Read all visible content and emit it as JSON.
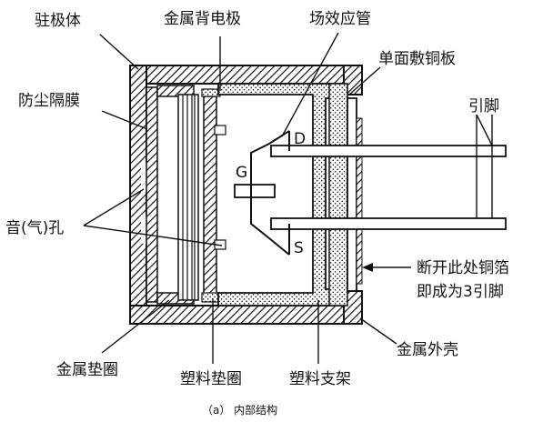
{
  "labels": {
    "electret": "驻极体",
    "metal_back_plate": "金属背电极",
    "fet": "场效应管",
    "single_side_copper_board": "单面敷铜板",
    "dust_membrane": "防尘隔膜",
    "pins": "引脚",
    "sound_hole": "音(气)孔",
    "cut_here_line1": "断开此处铜箔",
    "cut_here_line2": "即成为3引脚",
    "metal_washer": "金属垫圈",
    "plastic_washer": "塑料垫圈",
    "plastic_bracket": "塑料支架",
    "metal_shell": "金属外壳"
  },
  "pins": {
    "drain": "D",
    "gate": "G",
    "source": "S"
  },
  "caption": "（a）  内部结构"
}
